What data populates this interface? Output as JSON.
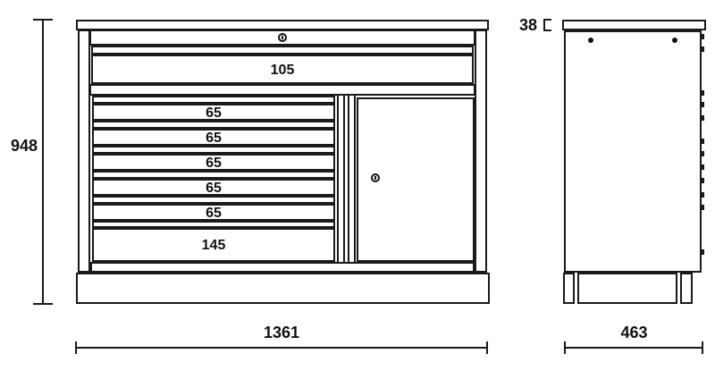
{
  "drawing": {
    "title": "cabinet-technical-drawing",
    "front_view": {
      "top_drawer_label": "105",
      "stack_drawers": [
        {
          "label": "65"
        },
        {
          "label": "65"
        },
        {
          "label": "65"
        },
        {
          "label": "65"
        },
        {
          "label": "65"
        },
        {
          "label": "145"
        }
      ]
    },
    "dimensions": {
      "overall_height": "948",
      "overall_width": "1361",
      "depth": "463",
      "top_thickness": "38"
    },
    "icons": {
      "front_top_lock": "lock-icon",
      "door_lock": "lock-icon"
    },
    "colors": {
      "line": "#1a1a1a",
      "background": "#ffffff"
    }
  }
}
